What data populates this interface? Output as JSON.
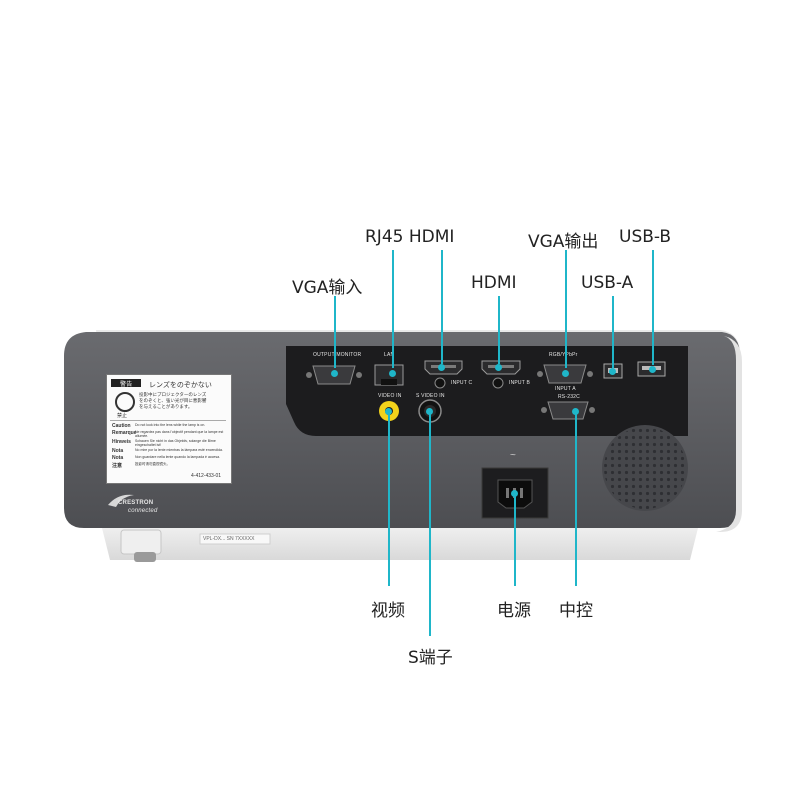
{
  "callouts": {
    "rj45_hdmi": "RJ45 HDMI",
    "vga_out": "VGA输出",
    "usb_b": "USB-B",
    "vga_in": "VGA输入",
    "hdmi": "HDMI",
    "usb_a": "USB-A",
    "video": "视频",
    "power": "电源",
    "control": "中控",
    "s_video": "S端子"
  },
  "panel_labels": {
    "output_monitor": "OUTPUT/MONITOR",
    "lan": "LAN",
    "input_c": "INPUT C",
    "input_b": "INPUT B",
    "rgb_ypbpr": "RGB/YPbPr",
    "input_a": "INPUT A",
    "rs232c": "RS-232C",
    "video_in": "VIDEO IN",
    "s_video_in": "S VIDEO IN",
    "power_symbol": "~"
  },
  "warning_label": {
    "title": "警告",
    "heading": "レンズをのぞかない",
    "prohibited": "禁止",
    "body_lines": [
      "投影中にプロジェクターのレンズ",
      "をのぞくと、強い光が目に悪影響",
      "を与えることがあります。"
    ],
    "lang_rows": [
      {
        "lang": "Caution",
        "text": "Do not look into the lens while the lamp is on."
      },
      {
        "lang": "Remarque",
        "text": "Ne regardez pas dans l'objectif pendant que la lampe est allumée."
      },
      {
        "lang": "Hinweis",
        "text": "Schauen Sie nicht in das Objektiv, solange die Birne eingeschaltet ist!"
      },
      {
        "lang": "Nota",
        "text": "No mire por la lente mientras la lámpara esté encendida."
      },
      {
        "lang": "Nota",
        "text": "Non guardare nella lente quando la lampada è accesa."
      },
      {
        "lang": "注意",
        "text": "投影时请勿直视镜头。"
      }
    ],
    "part_number": "4-412-433-01"
  },
  "logo": {
    "brand": "CRESTRON",
    "tag": "connected"
  },
  "serial_label": "VPL-DX... SN 7XXXXX",
  "colors": {
    "leader": "#1fb6c9",
    "body": "#5b5c60",
    "io_panel": "#1c1c1e",
    "rca_yellow": "#f2d21b"
  }
}
